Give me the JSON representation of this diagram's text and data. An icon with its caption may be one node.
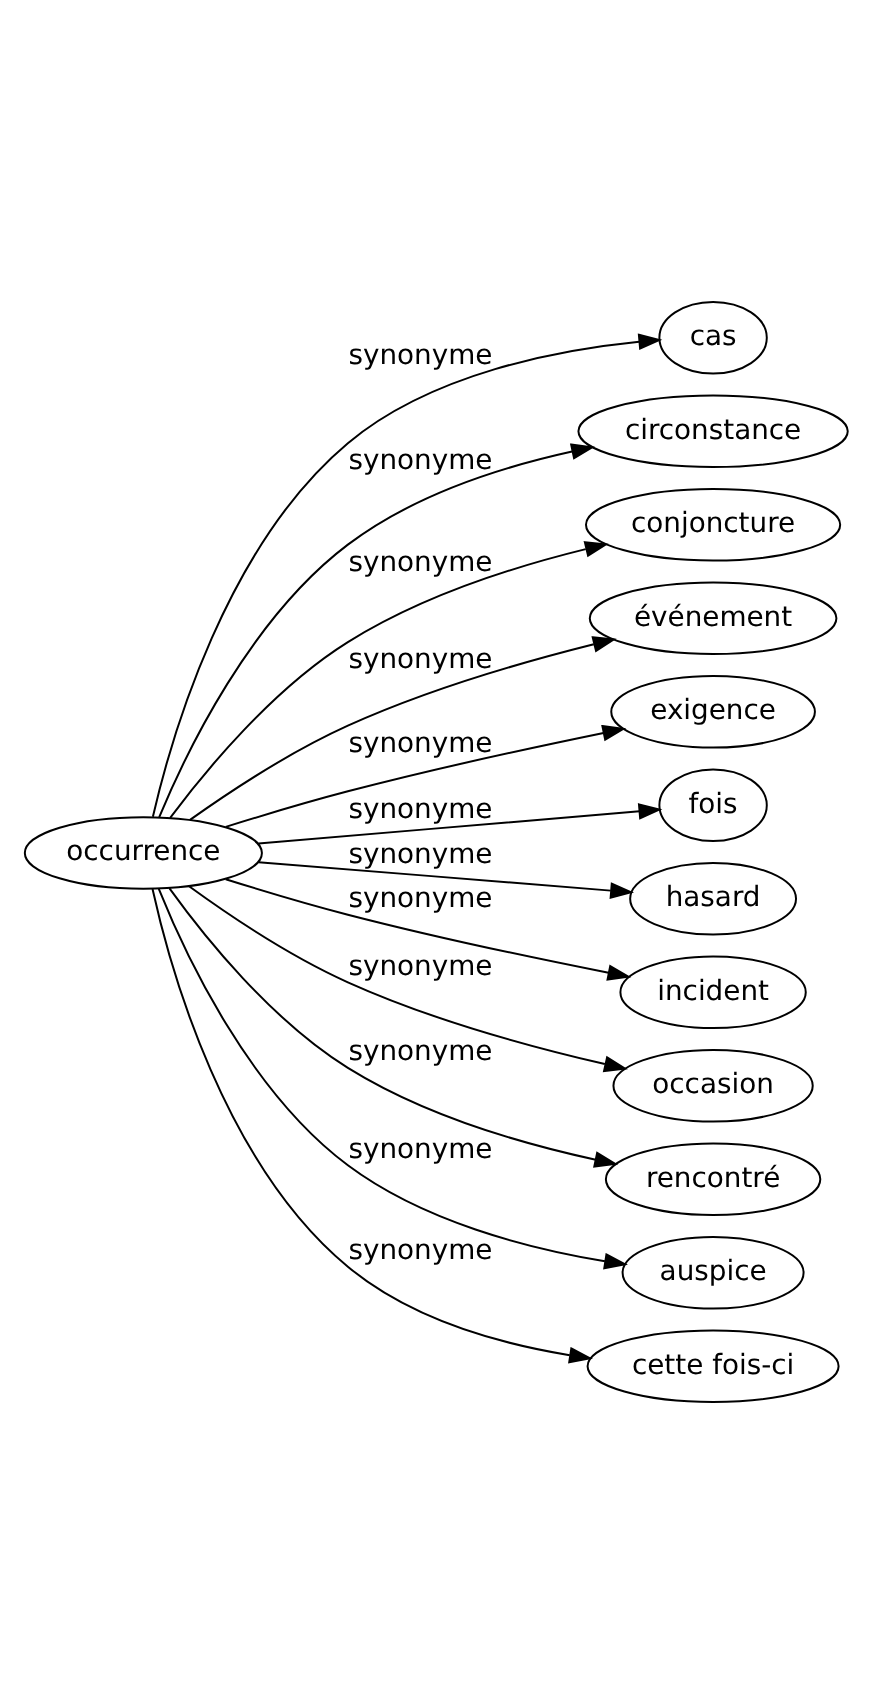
{
  "diagram": {
    "nodes": [
      {
        "text": [
          "occurrence"
        ]
      },
      {
        "text": [
          "cas"
        ]
      },
      {
        "text": [
          "circonstance"
        ]
      },
      {
        "text": [
          "conjoncture"
        ]
      },
      {
        "text": [
          "événement"
        ]
      },
      {
        "text": [
          "exigence"
        ]
      },
      {
        "text": [
          "fois"
        ]
      },
      {
        "text": [
          "hasard"
        ]
      },
      {
        "text": [
          "incident"
        ]
      },
      {
        "text": [
          "occasion"
        ]
      },
      {
        "text": [
          "rencontré"
        ]
      },
      {
        "text": [
          "auspice"
        ]
      },
      {
        "text": [
          "cette fois-ci"
        ]
      }
    ],
    "edges": [
      {
        "from": 0,
        "to": 1,
        "arrow": "to",
        "label": "synonyme"
      },
      {
        "from": 0,
        "to": 2,
        "arrow": "to",
        "label": "synonyme"
      },
      {
        "from": 0,
        "to": 3,
        "arrow": "to",
        "label": "synonyme"
      },
      {
        "from": 0,
        "to": 4,
        "arrow": "to",
        "label": "synonyme"
      },
      {
        "from": 0,
        "to": 5,
        "arrow": "to",
        "label": "synonyme"
      },
      {
        "from": 0,
        "to": 6,
        "arrow": "to",
        "label": "synonyme"
      },
      {
        "from": 0,
        "to": 7,
        "arrow": "to",
        "label": "synonyme"
      },
      {
        "from": 0,
        "to": 8,
        "arrow": "to",
        "label": "synonyme"
      },
      {
        "from": 0,
        "to": 9,
        "arrow": "to",
        "label": "synonyme"
      },
      {
        "from": 0,
        "to": 10,
        "arrow": "to",
        "label": "synonyme"
      },
      {
        "from": 0,
        "to": 11,
        "arrow": "to",
        "label": "synonyme"
      },
      {
        "from": 0,
        "to": 12,
        "arrow": "to",
        "label": "synonyme"
      }
    ]
  }
}
